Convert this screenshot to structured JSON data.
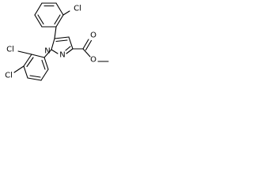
{
  "molecule": {
    "atom_labels": {
      "cl_top": "Cl",
      "cl_left": "Cl",
      "cl_bottom": "Cl",
      "n1": "N",
      "n2": "N",
      "o_carbonyl": "O",
      "o_ester": "O"
    },
    "colors": {
      "ink": "#000000",
      "background": "#ffffff"
    }
  }
}
